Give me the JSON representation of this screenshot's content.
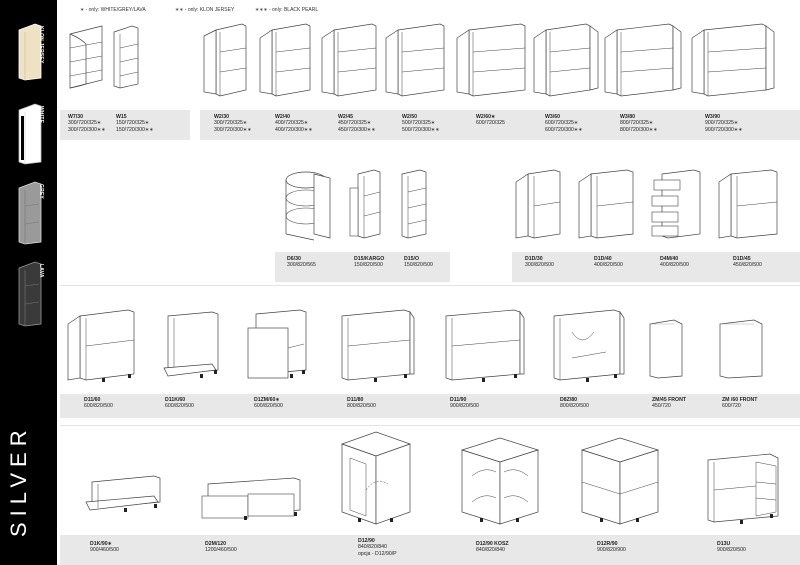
{
  "sidebar": {
    "finishes": [
      {
        "label": "KLON JERSEY",
        "color": "#efe2c4"
      },
      {
        "label": "WHITE",
        "color": "#ffffff"
      },
      {
        "label": "GREY",
        "color": "#9a9a9a"
      },
      {
        "label": "LAVA",
        "color": "#3a3a3a"
      }
    ],
    "collection_name": "SILVER"
  },
  "legend": [
    {
      "marker": "∗",
      "text": "- only: WHITE/GREY/LAVA"
    },
    {
      "marker": "∗∗",
      "text": "- only: KLON JERSEY"
    },
    {
      "marker": "∗∗∗",
      "text": "- only: BLACK PEARL"
    }
  ],
  "rows": {
    "wall_units": [
      {
        "code": "W7/30",
        "dims": [
          "300/720/325∗",
          "300/720/300∗∗"
        ]
      },
      {
        "code": "W15",
        "dims": [
          "150/720/325∗",
          "150/720/300∗∗"
        ]
      },
      {
        "code": "W2/30",
        "dims": [
          "300/720/325∗",
          "300/720/300∗∗"
        ]
      },
      {
        "code": "W2/40",
        "dims": [
          "400/720/325∗",
          "400/720/300∗∗"
        ]
      },
      {
        "code": "W2/45",
        "dims": [
          "450/720/325∗",
          "450/720/300∗∗"
        ]
      },
      {
        "code": "W2/50",
        "dims": [
          "500/720/325∗",
          "500/720/300∗∗"
        ]
      },
      {
        "code": "W2/60∗",
        "dims": [
          "600/720/325"
        ]
      },
      {
        "code": "W3/60",
        "dims": [
          "600/720/325∗",
          "600/720/300∗∗"
        ]
      },
      {
        "code": "W3/80",
        "dims": [
          "800/720/325∗",
          "800/720/300∗∗"
        ]
      },
      {
        "code": "W3/90",
        "dims": [
          "900/720/325∗",
          "900/720/300∗∗"
        ]
      }
    ],
    "narrow_units": [
      {
        "code": "D6/30",
        "dims": [
          "300/820/565"
        ]
      },
      {
        "code": "D15/KARGO",
        "dims": [
          "150/820/500"
        ]
      },
      {
        "code": "D15/O",
        "dims": [
          "150/820/500"
        ]
      },
      {
        "code": "D1D/30",
        "dims": [
          "300/820/500"
        ]
      },
      {
        "code": "D1D/40",
        "dims": [
          "400/820/500"
        ]
      },
      {
        "code": "D4M/40",
        "dims": [
          "400/820/500"
        ]
      },
      {
        "code": "D1D/45",
        "dims": [
          "450/820/500"
        ]
      }
    ],
    "base_units": [
      {
        "code": "D11/60",
        "dims": [
          "600/820/500"
        ]
      },
      {
        "code": "D11K/60",
        "dims": [
          "600/820/500"
        ]
      },
      {
        "code": "D1ZM/60∗",
        "dims": [
          "600/820/500"
        ]
      },
      {
        "code": "D11/80",
        "dims": [
          "800/820/500"
        ]
      },
      {
        "code": "D11/90",
        "dims": [
          "900/820/500"
        ]
      },
      {
        "code": "D8Z/80",
        "dims": [
          "800/820/500"
        ]
      },
      {
        "code": "ZM/45 FRONT",
        "dims": [
          "450/720"
        ]
      },
      {
        "code": "ZM /60 FRONT",
        "dims": [
          "600/720"
        ]
      }
    ],
    "corner_units": [
      {
        "code": "D1K/90∗",
        "dims": [
          "900/460/500"
        ]
      },
      {
        "code": "D2M/120",
        "dims": [
          "1200/460/500"
        ]
      },
      {
        "code": "D12/90",
        "dims": [
          "840/820/840",
          "opcja - D12/90/P"
        ]
      },
      {
        "code": "D12/90 KOSZ",
        "dims": [
          "840/820/840"
        ]
      },
      {
        "code": "D12R/90",
        "dims": [
          "900/820/900"
        ]
      },
      {
        "code": "D13U",
        "dims": [
          "900/820/500"
        ]
      }
    ]
  }
}
